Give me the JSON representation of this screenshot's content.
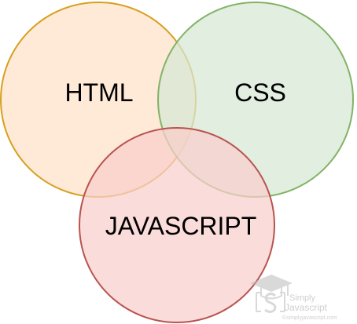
{
  "diagram": {
    "type": "venn",
    "sets": [
      {
        "id": "html",
        "label": "HTML",
        "fill": "#ffe3cc",
        "stroke": "#d6a020"
      },
      {
        "id": "css",
        "label": "CSS",
        "fill": "#d5e8d4",
        "stroke": "#82b366"
      },
      {
        "id": "javascript",
        "label": "JAVASCRIPT",
        "fill": "#f8cecc",
        "stroke": "#b85450"
      }
    ]
  },
  "watermark": {
    "line1": "Simply",
    "line2": "Javascript",
    "line3": "©simplyjavascript.com"
  }
}
